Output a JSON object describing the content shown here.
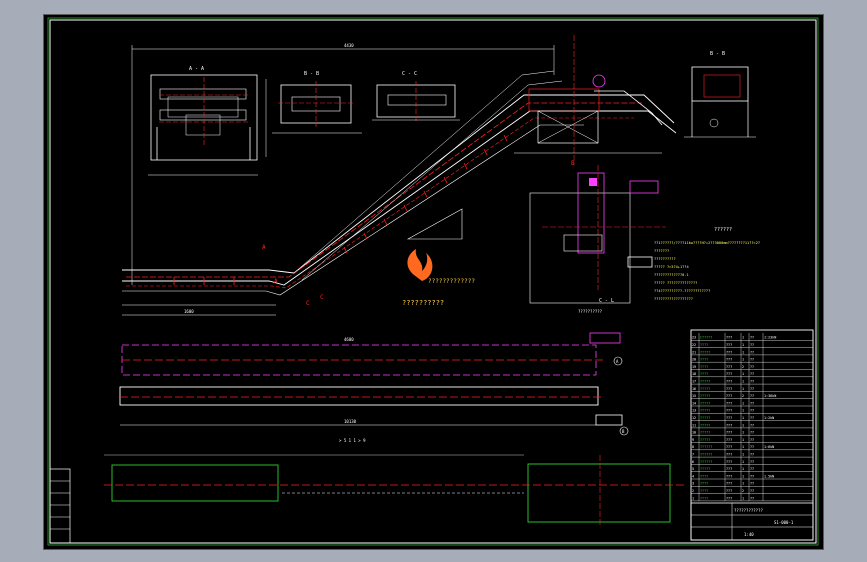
{
  "sheet": {
    "section_a": "A - A",
    "section_b": "B - B",
    "section_c": "C - C",
    "section_top_right": "B - B",
    "detail_label": "C - L",
    "note_under_detail": "??????????",
    "marker_a1": "A",
    "marker_a2": "A",
    "marker_c1": "C",
    "marker_c2": "C",
    "marker_b": "B",
    "dim_top": "4430",
    "dim_bottom_1": "1600",
    "dim_bottom_2": "10130",
    "plan_label": "> 5 1 1 > 9",
    "plan_dim": "4600",
    "circle_a": "A",
    "circle_b": "B"
  },
  "notes": {
    "title": "??????",
    "lines": [
      "??1??????/????11kw????H?=2??3000mm????????11??>2?",
      "???????",
      "??????????",
      "?????  ?>3?4+1??4",
      "?????????????0.1",
      "?????  ??????????????",
      "??4??????????-????????????",
      "??????????????????"
    ]
  },
  "logo": {
    "line1": "?????????????",
    "line2": "??????????"
  },
  "title_block": {
    "drawing_name": "????????????",
    "scale": "1:40",
    "sheet_code": "S1-000-1",
    "rows": [
      [
        "23",
        "C?????",
        "???",
        "1",
        "??",
        "1:23kN"
      ],
      [
        "22",
        "????",
        "???",
        "1",
        "??",
        ""
      ],
      [
        "21",
        "?????",
        "???",
        "1",
        "??",
        ""
      ],
      [
        "20",
        "????",
        "???",
        "1",
        "??",
        ""
      ],
      [
        "19",
        "????",
        "???",
        "2",
        "??",
        ""
      ],
      [
        "18",
        "????",
        "???",
        "1",
        "??",
        ""
      ],
      [
        "17",
        "?????",
        "???",
        "1",
        "??",
        ""
      ],
      [
        "16",
        "?????",
        "???",
        "1",
        "??",
        ""
      ],
      [
        "15",
        "?????",
        "???",
        "2",
        "??",
        "1:36kN"
      ],
      [
        "14",
        "?????",
        "???",
        "1",
        "??",
        ""
      ],
      [
        "13",
        "?????",
        "???",
        "1",
        "??",
        ""
      ],
      [
        "12",
        "?????",
        "???",
        "1",
        "??",
        "1:2kN"
      ],
      [
        "11",
        "?????",
        "???",
        "1",
        "??",
        ""
      ],
      [
        "10",
        "?????",
        "???",
        "1",
        "??",
        ""
      ],
      [
        "9",
        "?????",
        "???",
        "1",
        "??",
        ""
      ],
      [
        "8",
        "??????",
        "???",
        "1",
        "??",
        "1:6kN"
      ],
      [
        "7",
        "??????",
        "???",
        "1",
        "??",
        ""
      ],
      [
        "6",
        "??????",
        "???",
        "1",
        "??",
        ""
      ],
      [
        "5",
        "?????",
        "???",
        "1",
        "??",
        ""
      ],
      [
        "4",
        "????",
        "???",
        "1",
        "??",
        "1.5kN"
      ],
      [
        "3",
        "????",
        "???",
        "1",
        "??",
        ""
      ],
      [
        "2",
        "????",
        "???",
        "2",
        "??",
        ""
      ],
      [
        "1",
        "????",
        "???",
        "1",
        "??",
        ""
      ]
    ]
  }
}
